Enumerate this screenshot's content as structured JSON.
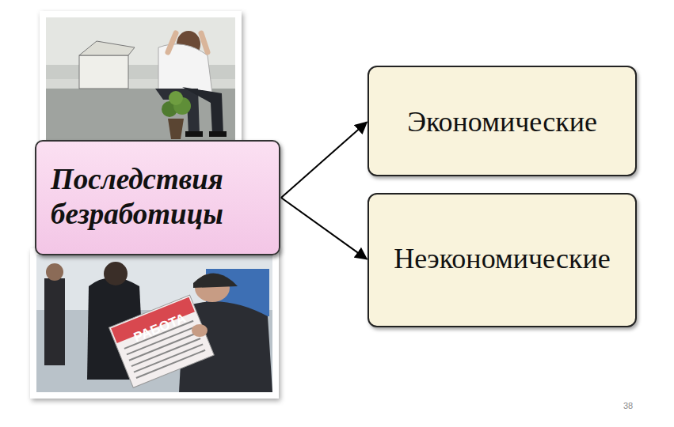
{
  "diagram": {
    "nodes": [
      {
        "text": [
          "Последствия безработицы"
        ]
      },
      {
        "text": [
          "Экономические"
        ]
      },
      {
        "text": [
          "Неэкономические"
        ]
      }
    ],
    "edges": [
      {
        "from": 0,
        "to": 1,
        "arrow": "to"
      },
      {
        "from": 0,
        "to": 2,
        "arrow": "to"
      }
    ],
    "labels": [
      "РАБОТА",
      "38"
    ]
  }
}
